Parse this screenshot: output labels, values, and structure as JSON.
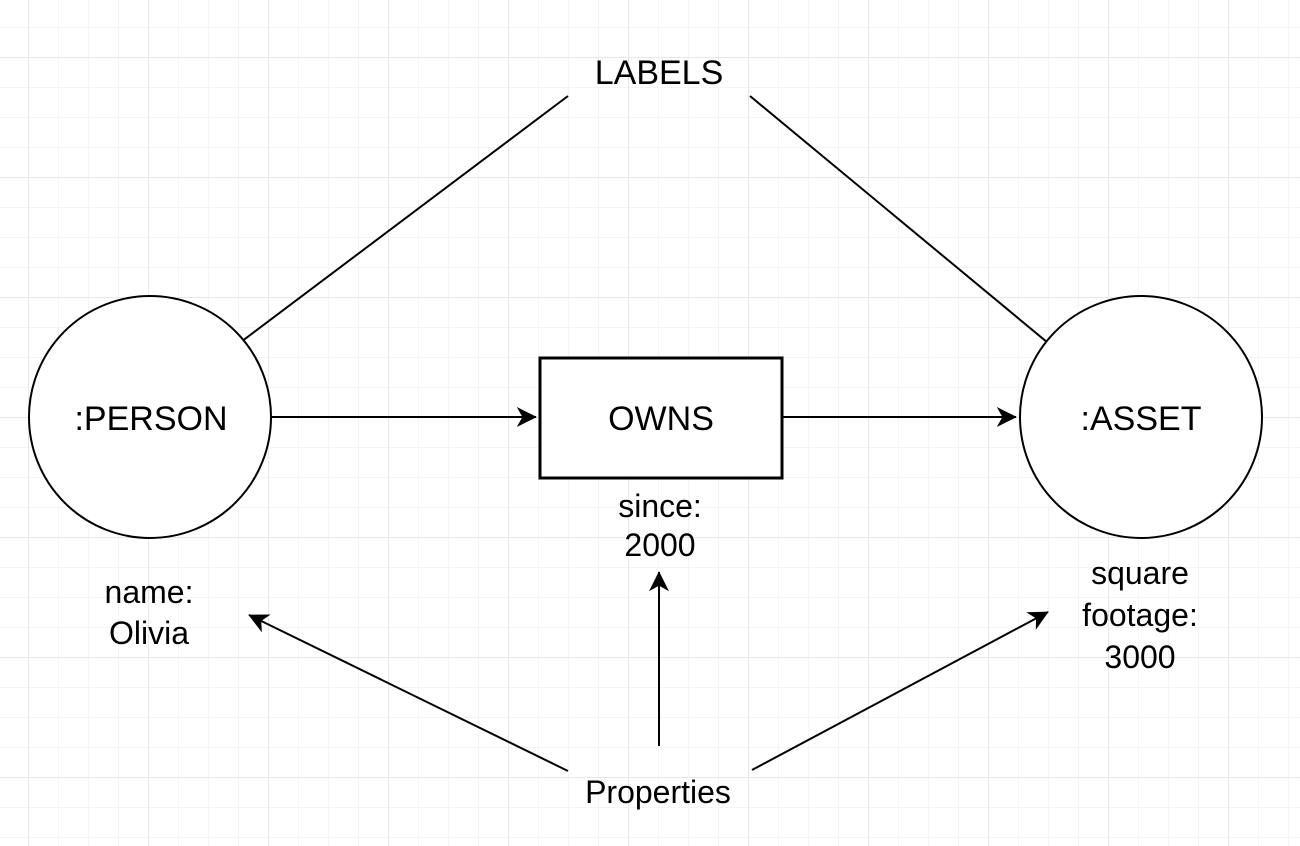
{
  "canvas": {
    "background_color": "#ffffff",
    "grid_minor_color": "#f4f4f4",
    "grid_major_color": "#e7e7e7",
    "stroke_color": "#000000",
    "text_color": "#000000"
  },
  "annotations": {
    "labels": "LABELS",
    "properties": "Properties"
  },
  "nodes": {
    "person": {
      "label": ":PERSON",
      "shape": "circle"
    },
    "asset": {
      "label": ":ASSET",
      "shape": "circle"
    }
  },
  "relationship": {
    "label": "OWNS",
    "shape": "rectangle"
  },
  "property_texts": {
    "person": {
      "line1": "name:",
      "line2": "Olivia"
    },
    "relationship": {
      "line1": "since:",
      "line2": "2000"
    },
    "asset": {
      "line1": "square",
      "line2": "footage:",
      "line3": "3000"
    }
  },
  "edges": [
    {
      "name": "labels-to-person",
      "from": "LABELS",
      "to": ":PERSON"
    },
    {
      "name": "labels-to-asset",
      "from": "LABELS",
      "to": ":ASSET"
    },
    {
      "name": "person-to-owns",
      "from": ":PERSON",
      "to": "OWNS"
    },
    {
      "name": "owns-to-asset",
      "from": "OWNS",
      "to": ":ASSET"
    },
    {
      "name": "properties-to-person-props",
      "from": "Properties",
      "to": "name: Olivia"
    },
    {
      "name": "properties-to-relationship-props",
      "from": "Properties",
      "to": "since: 2000"
    },
    {
      "name": "properties-to-asset-props",
      "from": "Properties",
      "to": "square footage: 3000"
    }
  ]
}
